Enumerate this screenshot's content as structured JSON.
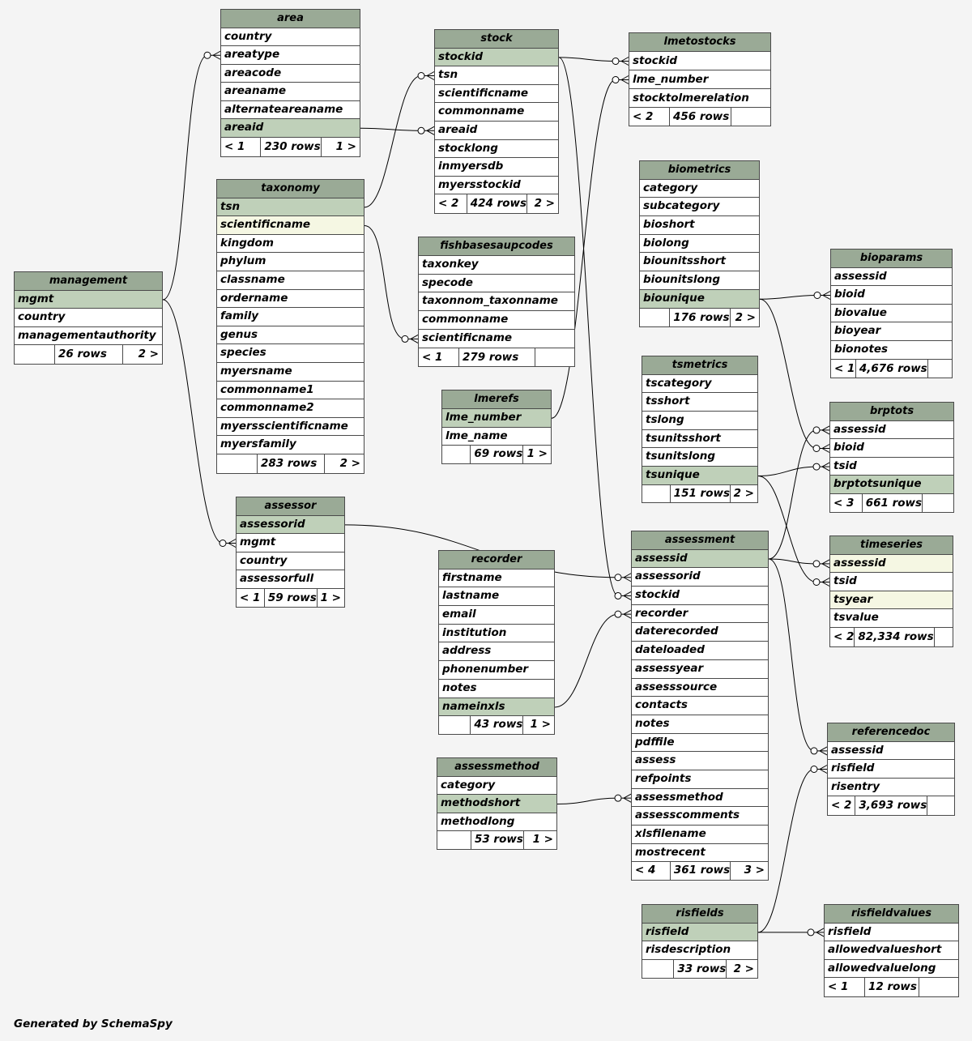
{
  "diagram": {
    "footer": "Generated by SchemaSpy",
    "tables": [
      {
        "id": "area",
        "name": "area",
        "columns": [
          "country",
          "areatype",
          "areacode",
          "areaname",
          "alternateareaname",
          "areaid"
        ],
        "pk": [
          "areaid"
        ],
        "idx": [],
        "parents": "< 1",
        "rows": "230 rows",
        "children": "1 >"
      },
      {
        "id": "stock",
        "name": "stock",
        "columns": [
          "stockid",
          "tsn",
          "scientificname",
          "commonname",
          "areaid",
          "stocklong",
          "inmyersdb",
          "myersstockid"
        ],
        "pk": [
          "stockid"
        ],
        "idx": [],
        "parents": "< 2",
        "rows": "424 rows",
        "children": "2 >"
      },
      {
        "id": "lmetostocks",
        "name": "lmetostocks",
        "columns": [
          "stockid",
          "lme_number",
          "stocktolmerelation"
        ],
        "pk": [],
        "idx": [],
        "parents": "< 2",
        "rows": "456 rows",
        "children": ""
      },
      {
        "id": "taxonomy",
        "name": "taxonomy",
        "columns": [
          "tsn",
          "scientificname",
          "kingdom",
          "phylum",
          "classname",
          "ordername",
          "family",
          "genus",
          "species",
          "myersname",
          "commonname1",
          "commonname2",
          "myersscientificname",
          "myersfamily"
        ],
        "pk": [
          "tsn"
        ],
        "idx": [
          "scientificname"
        ],
        "parents": "",
        "rows": "283 rows",
        "children": "2 >"
      },
      {
        "id": "fishbasesaupcodes",
        "name": "fishbasesaupcodes",
        "columns": [
          "taxonkey",
          "specode",
          "taxonnom_taxonname",
          "commonname",
          "scientificname"
        ],
        "pk": [],
        "idx": [],
        "parents": "< 1",
        "rows": "279 rows",
        "children": ""
      },
      {
        "id": "biometrics",
        "name": "biometrics",
        "columns": [
          "category",
          "subcategory",
          "bioshort",
          "biolong",
          "biounitsshort",
          "biounitslong",
          "biounique"
        ],
        "pk": [
          "biounique"
        ],
        "idx": [],
        "parents": "",
        "rows": "176 rows",
        "children": "2 >"
      },
      {
        "id": "bioparams",
        "name": "bioparams",
        "columns": [
          "assessid",
          "bioid",
          "biovalue",
          "bioyear",
          "bionotes"
        ],
        "pk": [],
        "idx": [],
        "parents": "< 1",
        "rows": "4,676 rows",
        "children": ""
      },
      {
        "id": "management",
        "name": "management",
        "columns": [
          "mgmt",
          "country",
          "managementauthority"
        ],
        "pk": [
          "mgmt"
        ],
        "idx": [],
        "parents": "",
        "rows": "26 rows",
        "children": "2 >"
      },
      {
        "id": "lmerefs",
        "name": "lmerefs",
        "columns": [
          "lme_number",
          "lme_name"
        ],
        "pk": [
          "lme_number"
        ],
        "idx": [],
        "parents": "",
        "rows": "69 rows",
        "children": "1 >"
      },
      {
        "id": "tsmetrics",
        "name": "tsmetrics",
        "columns": [
          "tscategory",
          "tsshort",
          "tslong",
          "tsunitsshort",
          "tsunitslong",
          "tsunique"
        ],
        "pk": [
          "tsunique"
        ],
        "idx": [],
        "parents": "",
        "rows": "151 rows",
        "children": "2 >"
      },
      {
        "id": "brptots",
        "name": "brptots",
        "columns": [
          "assessid",
          "bioid",
          "tsid",
          "brptotsunique"
        ],
        "pk": [
          "brptotsunique"
        ],
        "idx": [],
        "parents": "< 3",
        "rows": "661 rows",
        "children": ""
      },
      {
        "id": "assessor",
        "name": "assessor",
        "columns": [
          "assessorid",
          "mgmt",
          "country",
          "assessorfull"
        ],
        "pk": [
          "assessorid"
        ],
        "idx": [],
        "parents": "< 1",
        "rows": "59 rows",
        "children": "1 >"
      },
      {
        "id": "recorder",
        "name": "recorder",
        "columns": [
          "firstname",
          "lastname",
          "email",
          "institution",
          "address",
          "phonenumber",
          "notes",
          "nameinxls"
        ],
        "pk": [
          "nameinxls"
        ],
        "idx": [],
        "parents": "",
        "rows": "43 rows",
        "children": "1 >"
      },
      {
        "id": "assessment",
        "name": "assessment",
        "columns": [
          "assessid",
          "assessorid",
          "stockid",
          "recorder",
          "daterecorded",
          "dateloaded",
          "assessyear",
          "assesssource",
          "contacts",
          "notes",
          "pdffile",
          "assess",
          "refpoints",
          "assessmethod",
          "assesscomments",
          "xlsfilename",
          "mostrecent"
        ],
        "pk": [
          "assessid"
        ],
        "idx": [],
        "parents": "< 4",
        "rows": "361 rows",
        "children": "3 >"
      },
      {
        "id": "timeseries",
        "name": "timeseries",
        "columns": [
          "assessid",
          "tsid",
          "tsyear",
          "tsvalue"
        ],
        "pk": [],
        "idx": [
          "assessid",
          "tsyear"
        ],
        "parents": "< 2",
        "rows": "82,334 rows",
        "children": ""
      },
      {
        "id": "assessmethod",
        "name": "assessmethod",
        "columns": [
          "category",
          "methodshort",
          "methodlong"
        ],
        "pk": [
          "methodshort"
        ],
        "idx": [],
        "parents": "",
        "rows": "53 rows",
        "children": "1 >"
      },
      {
        "id": "referencedoc",
        "name": "referencedoc",
        "columns": [
          "assessid",
          "risfield",
          "risentry"
        ],
        "pk": [],
        "idx": [],
        "parents": "< 2",
        "rows": "3,693 rows",
        "children": ""
      },
      {
        "id": "risfields",
        "name": "risfields",
        "columns": [
          "risfield",
          "risdescription"
        ],
        "pk": [
          "risfield"
        ],
        "idx": [],
        "parents": "",
        "rows": "33 rows",
        "children": "2 >"
      },
      {
        "id": "risfieldvalues",
        "name": "risfieldvalues",
        "columns": [
          "risfield",
          "allowedvalueshort",
          "allowedvaluelong"
        ],
        "pk": [],
        "idx": [],
        "parents": "< 1",
        "rows": "12 rows",
        "children": ""
      }
    ],
    "relationships": [
      {
        "from": "management.mgmt",
        "to": "area.areatype"
      },
      {
        "from": "management.mgmt",
        "to": "assessor.mgmt"
      },
      {
        "from": "taxonomy.tsn",
        "to": "stock.tsn"
      },
      {
        "from": "area.areaid",
        "to": "stock.areaid"
      },
      {
        "from": "stock.stockid",
        "to": "lmetostocks.stockid"
      },
      {
        "from": "lmerefs.lme_number",
        "to": "lmetostocks.lme_number"
      },
      {
        "from": "taxonomy.scientificname",
        "to": "fishbasesaupcodes.scientificname"
      },
      {
        "from": "stock.stockid",
        "to": "assessment.stockid"
      },
      {
        "from": "assessor.assessorid",
        "to": "assessment.assessorid"
      },
      {
        "from": "recorder.nameinxls",
        "to": "assessment.recorder"
      },
      {
        "from": "assessmethod.methodshort",
        "to": "assessment.assessmethod"
      },
      {
        "from": "biometrics.biounique",
        "to": "bioparams.bioid"
      },
      {
        "from": "biometrics.biounique",
        "to": "brptots.bioid"
      },
      {
        "from": "tsmetrics.tsunique",
        "to": "brptots.tsid"
      },
      {
        "from": "tsmetrics.tsunique",
        "to": "timeseries.tsid"
      },
      {
        "from": "assessment.assessid",
        "to": "brptots.assessid"
      },
      {
        "from": "assessment.assessid",
        "to": "timeseries.assessid"
      },
      {
        "from": "assessment.assessid",
        "to": "referencedoc.assessid"
      },
      {
        "from": "risfields.risfield",
        "to": "referencedoc.risfield"
      },
      {
        "from": "risfields.risfield",
        "to": "risfieldvalues.risfield"
      }
    ]
  }
}
